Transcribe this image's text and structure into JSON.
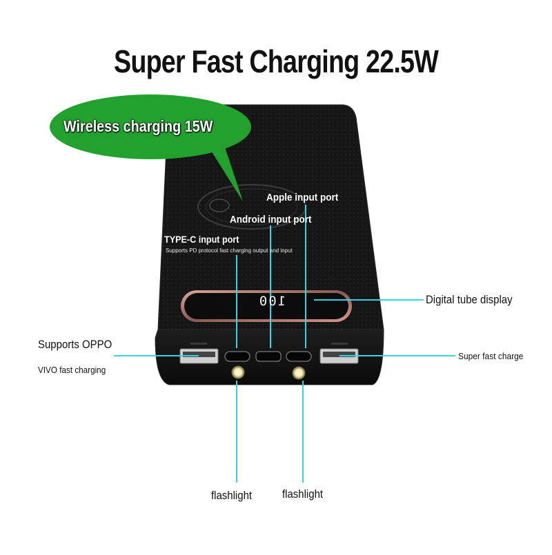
{
  "headline": "Super Fast Charging 22.5W",
  "bubble": {
    "text": "Wireless charging 15W",
    "color": "#23a12f"
  },
  "display_readout": "100",
  "callouts": {
    "apple_input": "Apple input port",
    "android_input": "Android input port",
    "typec_input": "TYPE-C input port",
    "typec_note": "Supports PD protocol fast charging output and input",
    "digital_display": "Digital tube display",
    "supports_oppo": "Supports OPPO",
    "vivo_fast": "VIVO fast charging",
    "super_fast_charge": "Super fast charge",
    "flashlight_left": "flashlight",
    "flashlight_right": "flashlight"
  },
  "colors": {
    "device_body": "#141414",
    "leader_line": "#35d6e4",
    "display_ring": "#c98a80"
  }
}
